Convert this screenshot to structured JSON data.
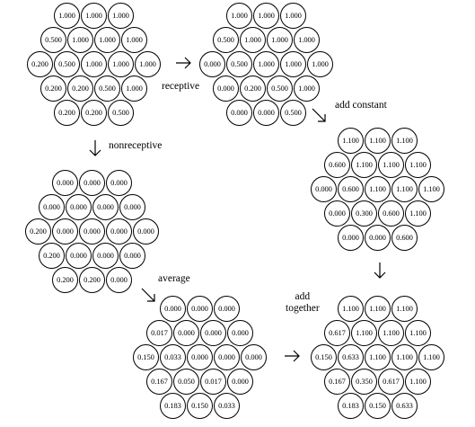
{
  "grids": [
    {
      "id": "grid-original",
      "rows": [
        [
          "1.000",
          "1.000",
          "1.000"
        ],
        [
          "0.500",
          "1.000",
          "1.000",
          "1.000"
        ],
        [
          "0.200",
          "0.500",
          "1.000",
          "1.000",
          "1.000"
        ],
        [
          "0.200",
          "0.200",
          "0.500",
          "1.000"
        ],
        [
          "0.200",
          "0.200",
          "0.500"
        ]
      ]
    },
    {
      "id": "grid-receptive",
      "rows": [
        [
          "1.000",
          "1.000",
          "1.000"
        ],
        [
          "0.500",
          "1.000",
          "1.000",
          "1.000"
        ],
        [
          "0.000",
          "0.500",
          "1.000",
          "1.000",
          "1.000"
        ],
        [
          "0.000",
          "0.200",
          "0.500",
          "1.000"
        ],
        [
          "0.000",
          "0.000",
          "0.500"
        ]
      ]
    },
    {
      "id": "grid-add-constant",
      "rows": [
        [
          "1.100",
          "1.100",
          "1.100"
        ],
        [
          "0.600",
          "1.100",
          "1.100",
          "1.100"
        ],
        [
          "0.000",
          "0.600",
          "1.100",
          "1.100",
          "1.100"
        ],
        [
          "0.000",
          "0.300",
          "0.600",
          "1.100"
        ],
        [
          "0.000",
          "0.000",
          "0.600"
        ]
      ]
    },
    {
      "id": "grid-nonreceptive",
      "rows": [
        [
          "0.000",
          "0.000",
          "0.000"
        ],
        [
          "0.000",
          "0.000",
          "0.000",
          "0.000"
        ],
        [
          "0.200",
          "0.000",
          "0.000",
          "0.000",
          "0.000"
        ],
        [
          "0.200",
          "0.000",
          "0.000",
          "0.000"
        ],
        [
          "0.200",
          "0.200",
          "0.000"
        ]
      ]
    },
    {
      "id": "grid-average",
      "rows": [
        [
          "0.000",
          "0.000",
          "0.000"
        ],
        [
          "0.017",
          "0.000",
          "0.000",
          "0.000"
        ],
        [
          "0.150",
          "0.033",
          "0.000",
          "0.000",
          "0.000"
        ],
        [
          "0.167",
          "0.050",
          "0.017",
          "0.000"
        ],
        [
          "0.183",
          "0.150",
          "0.033"
        ]
      ]
    },
    {
      "id": "grid-add-together",
      "rows": [
        [
          "1.100",
          "1.100",
          "1.100"
        ],
        [
          "0.617",
          "1.100",
          "1.100",
          "1.100"
        ],
        [
          "0.150",
          "0.633",
          "1.100",
          "1.100",
          "1.100"
        ],
        [
          "0.167",
          "0.350",
          "0.617",
          "1.100"
        ],
        [
          "0.183",
          "0.150",
          "0.633"
        ]
      ]
    }
  ],
  "labels": {
    "receptive": "receptive",
    "nonreceptive": "nonreceptive",
    "add_constant": "add constant",
    "average": "average",
    "add_together": "add\ntogether"
  },
  "arrows": [
    {
      "id": "arrow-receptive",
      "direction": "right"
    },
    {
      "id": "arrow-nonreceptive",
      "direction": "down"
    },
    {
      "id": "arrow-add-constant",
      "direction": "down-right"
    },
    {
      "id": "arrow-average",
      "direction": "down-right"
    },
    {
      "id": "arrow-to-add-together",
      "direction": "down"
    },
    {
      "id": "arrow-add-together",
      "direction": "right"
    }
  ]
}
